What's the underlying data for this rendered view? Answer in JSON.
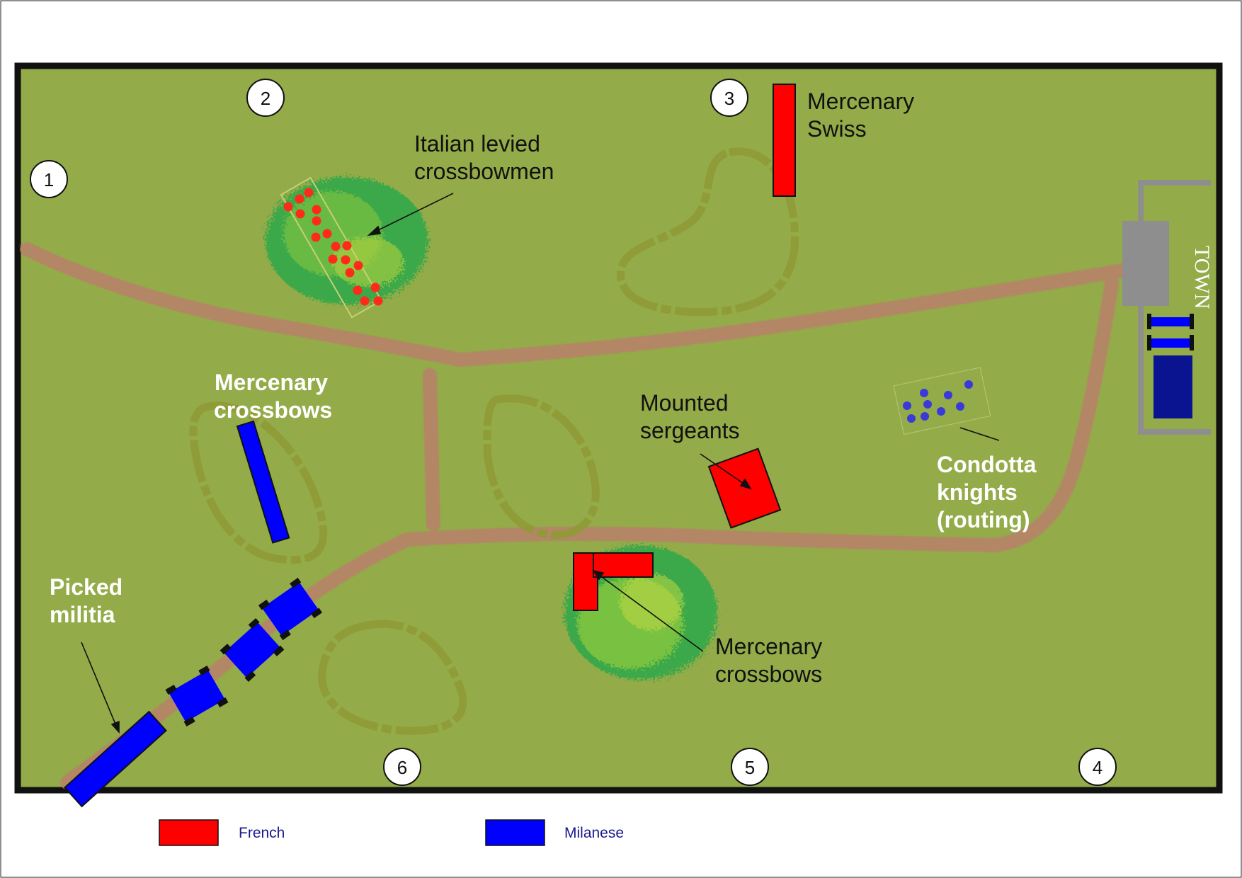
{
  "colors": {
    "field": "#93ab48",
    "border": "#111111",
    "road": "#b7826a",
    "hill": "#8f9a36",
    "woods": "#3aa84a",
    "french": "#ff0000",
    "milanese": "#0000ff",
    "milanese_dark": "#0a1490",
    "town": "#8e8e8e"
  },
  "deployment_zones": [
    "1",
    "2",
    "3",
    "4",
    "5",
    "6"
  ],
  "town": {
    "label": "TOWN"
  },
  "labels": {
    "italian_crossbowmen": [
      "Italian levied",
      "crossbowmen"
    ],
    "mercenary_swiss": [
      "Mercenary",
      "Swiss"
    ],
    "mercenary_crossbows_milanese": [
      "Mercenary",
      "crossbows"
    ],
    "mounted_sergeants": [
      "Mounted",
      "sergeants"
    ],
    "condotta_knights": [
      "Condotta",
      "knights",
      "(routing)"
    ],
    "picked_militia": [
      "Picked",
      "militia"
    ],
    "mercenary_crossbows_french": [
      "Mercenary",
      "crossbows"
    ]
  },
  "legend": [
    {
      "label": "French",
      "color": "#ff0000"
    },
    {
      "label": "Milanese",
      "color": "#0000ff"
    }
  ]
}
